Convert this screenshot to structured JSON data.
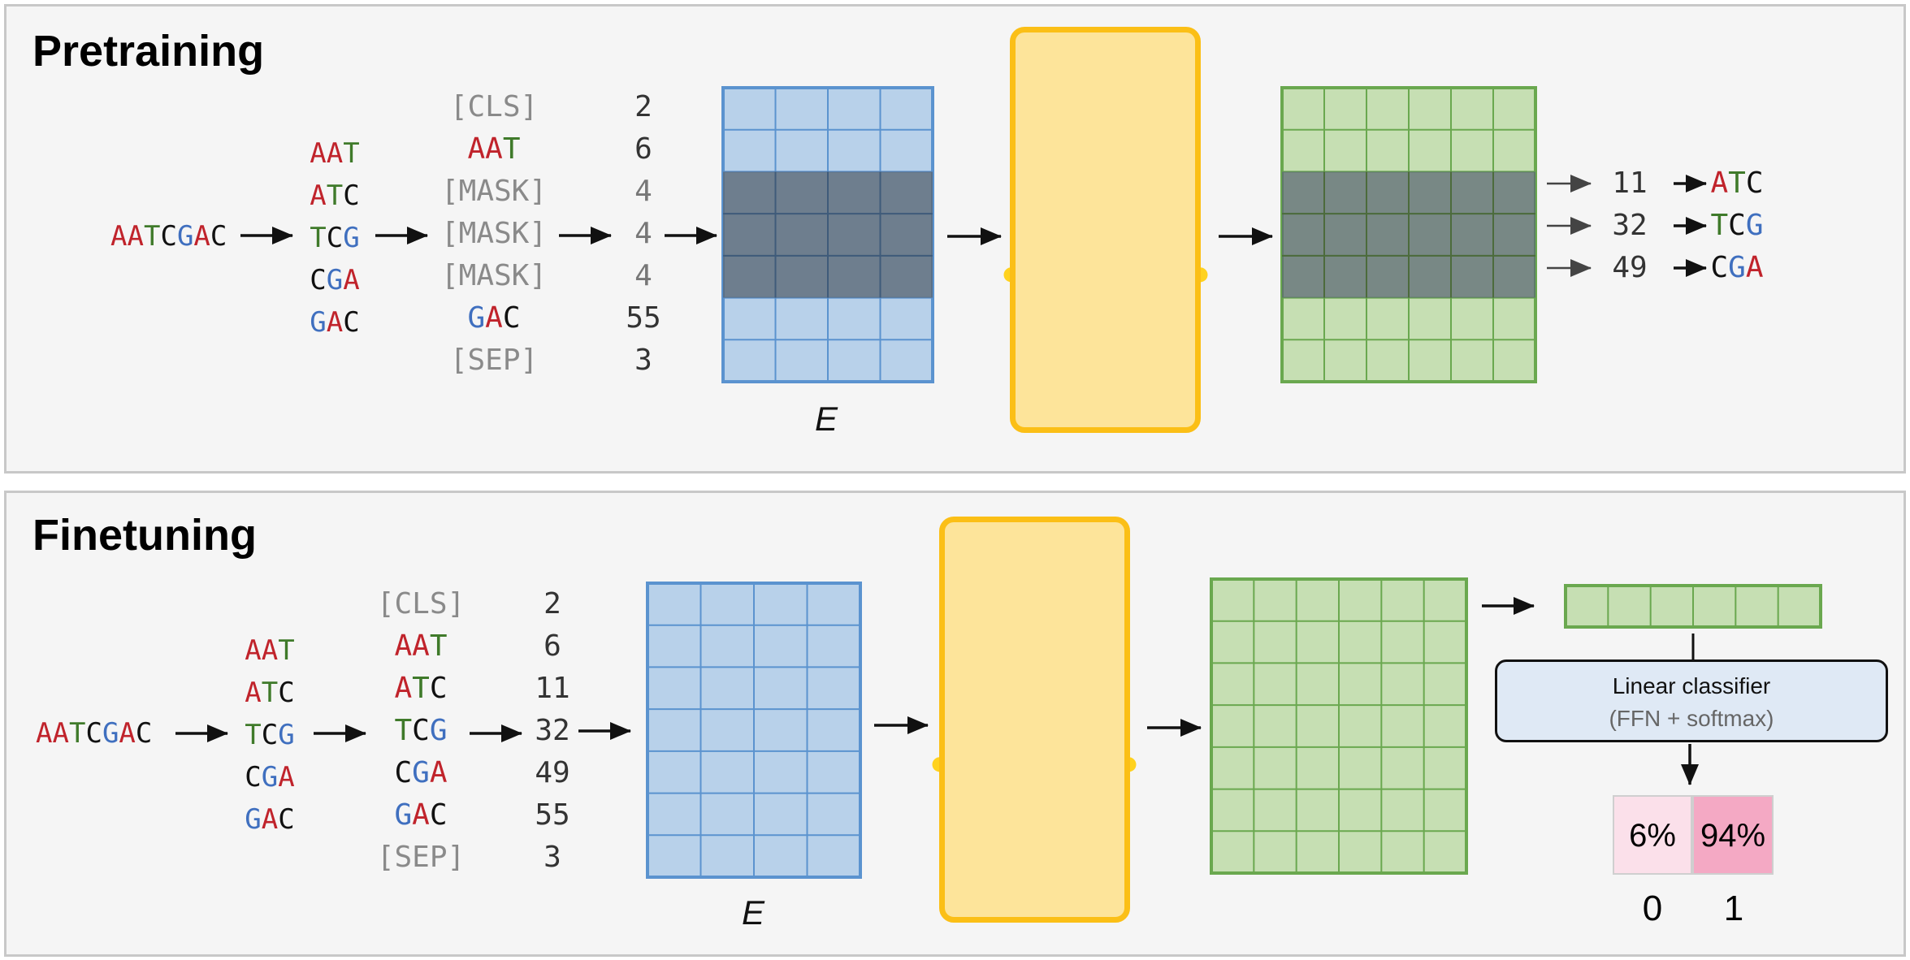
{
  "pretraining": {
    "title": "Pretraining",
    "sequence": "AATCGAC",
    "kmers": [
      "AAT",
      "ATC",
      "TCG",
      "CGA",
      "GAC"
    ],
    "tokens": [
      "[CLS]",
      "AAT",
      "[MASK]",
      "[MASK]",
      "[MASK]",
      "GAC",
      "[SEP]"
    ],
    "ids": [
      "2",
      "6",
      "4",
      "4",
      "4",
      "55",
      "3"
    ],
    "embedding_label": "E",
    "predicted_ids": [
      "11",
      "32",
      "49"
    ],
    "predicted_kmers": [
      "ATC",
      "TCG",
      "CGA"
    ]
  },
  "finetuning": {
    "title": "Finetuning",
    "sequence": "AATCGAC",
    "kmers": [
      "AAT",
      "ATC",
      "TCG",
      "CGA",
      "GAC"
    ],
    "tokens": [
      "[CLS]",
      "AAT",
      "ATC",
      "TCG",
      "CGA",
      "GAC",
      "[SEP]"
    ],
    "ids": [
      "2",
      "6",
      "11",
      "32",
      "49",
      "55",
      "3"
    ],
    "embedding_label": "E",
    "classifier_title": "Linear classifier",
    "classifier_sub": "(FFN + softmax)",
    "probabilities": [
      "6%",
      "94%"
    ],
    "classes": [
      "0",
      "1"
    ]
  },
  "colors": {
    "A": "#c0232b",
    "T": "#3f7a2a",
    "C": "#111111",
    "G": "#3f6fbf",
    "special_token": "#8a8a8a",
    "embedding_fill": "#b8d1ea",
    "embedding_stroke": "#5b93cf",
    "output_fill": "#c6dfb3",
    "output_stroke": "#6aa84f",
    "model_fill": "#fde49a",
    "model_stroke": "#fbbf16",
    "prob_low": "#fbe0ea",
    "prob_high": "#f4a9c4"
  },
  "icons": {
    "model": "hugging-face-emoji-icon"
  }
}
